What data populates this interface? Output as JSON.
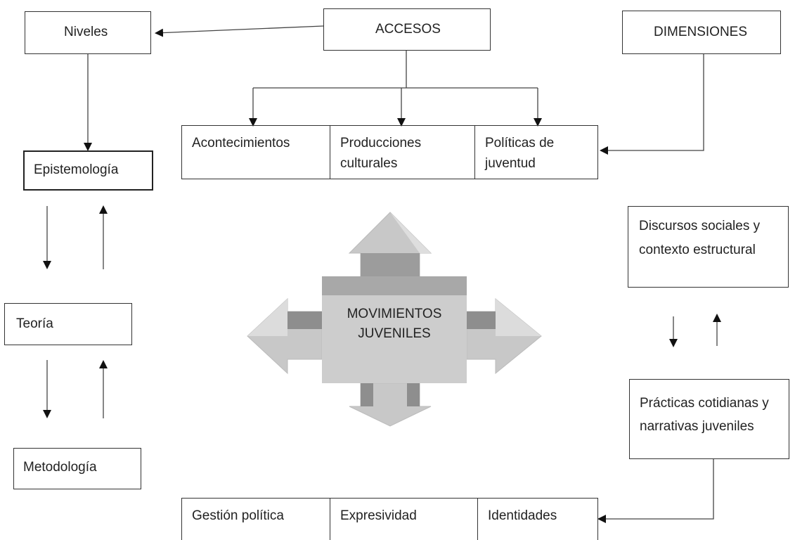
{
  "nodes": {
    "niveles": "Niveles",
    "accesos": "ACCESOS",
    "dimensiones": "DIMENSIONES",
    "epistemologia": "Epistemología",
    "teoria": "Teoría",
    "metodologia": "Metodología",
    "discursos_line1": "Discursos sociales y",
    "discursos_line2": "contexto estructural",
    "practicas_line1": "Prácticas cotidianas y",
    "practicas_line2": "narrativas juveniles",
    "center_line1": "MOVIMIENTOS",
    "center_line2": "JUVENILES"
  },
  "top_row": [
    {
      "line1": "Acontecimientos",
      "line2": ""
    },
    {
      "line1": "Producciones",
      "line2": "culturales"
    },
    {
      "line1": "Políticas de",
      "line2": "juventud"
    }
  ],
  "bottom_row": [
    {
      "label": "Gestión política"
    },
    {
      "label": "Expresividad"
    },
    {
      "label": "Identidades"
    }
  ]
}
